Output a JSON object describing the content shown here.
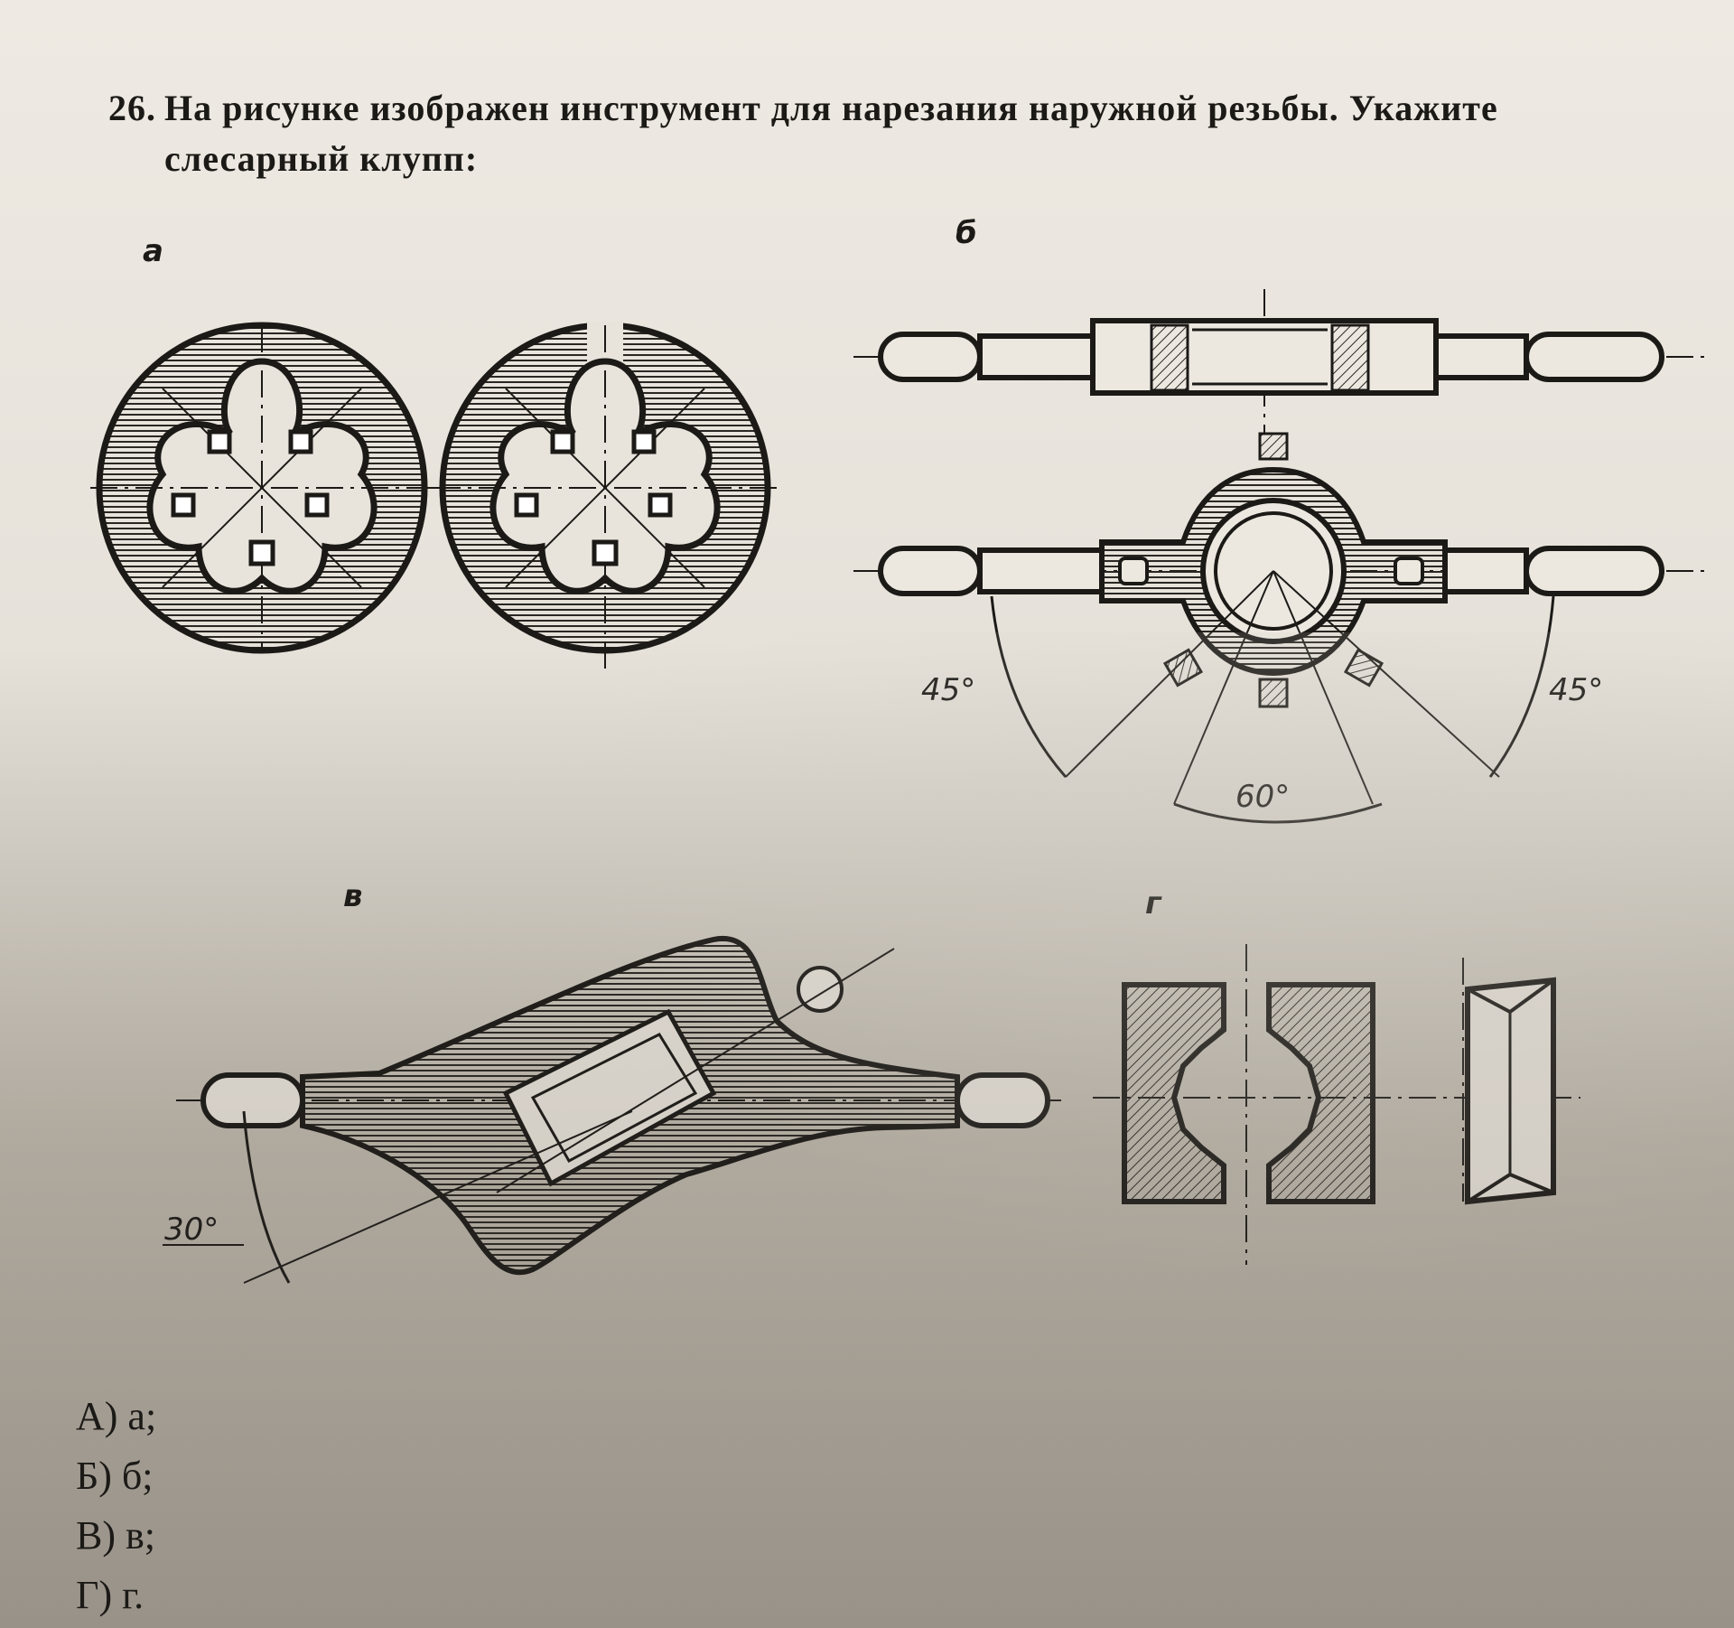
{
  "question": {
    "number": "26.",
    "line1": "На рисунке изображен инструмент для нарезания наружной резьбы. Укажите",
    "line2": "слесарный клупп:"
  },
  "figures": {
    "a": {
      "label": "а"
    },
    "b": {
      "label": "б",
      "angles": [
        "45°",
        "45°",
        "60°"
      ]
    },
    "v": {
      "label": "в",
      "angles": [
        "30°"
      ]
    },
    "g": {
      "label": "г"
    }
  },
  "answers": [
    {
      "text": "А) а;"
    },
    {
      "text": "Б) б;"
    },
    {
      "text": "В) в;"
    },
    {
      "text": "Г) г."
    }
  ]
}
